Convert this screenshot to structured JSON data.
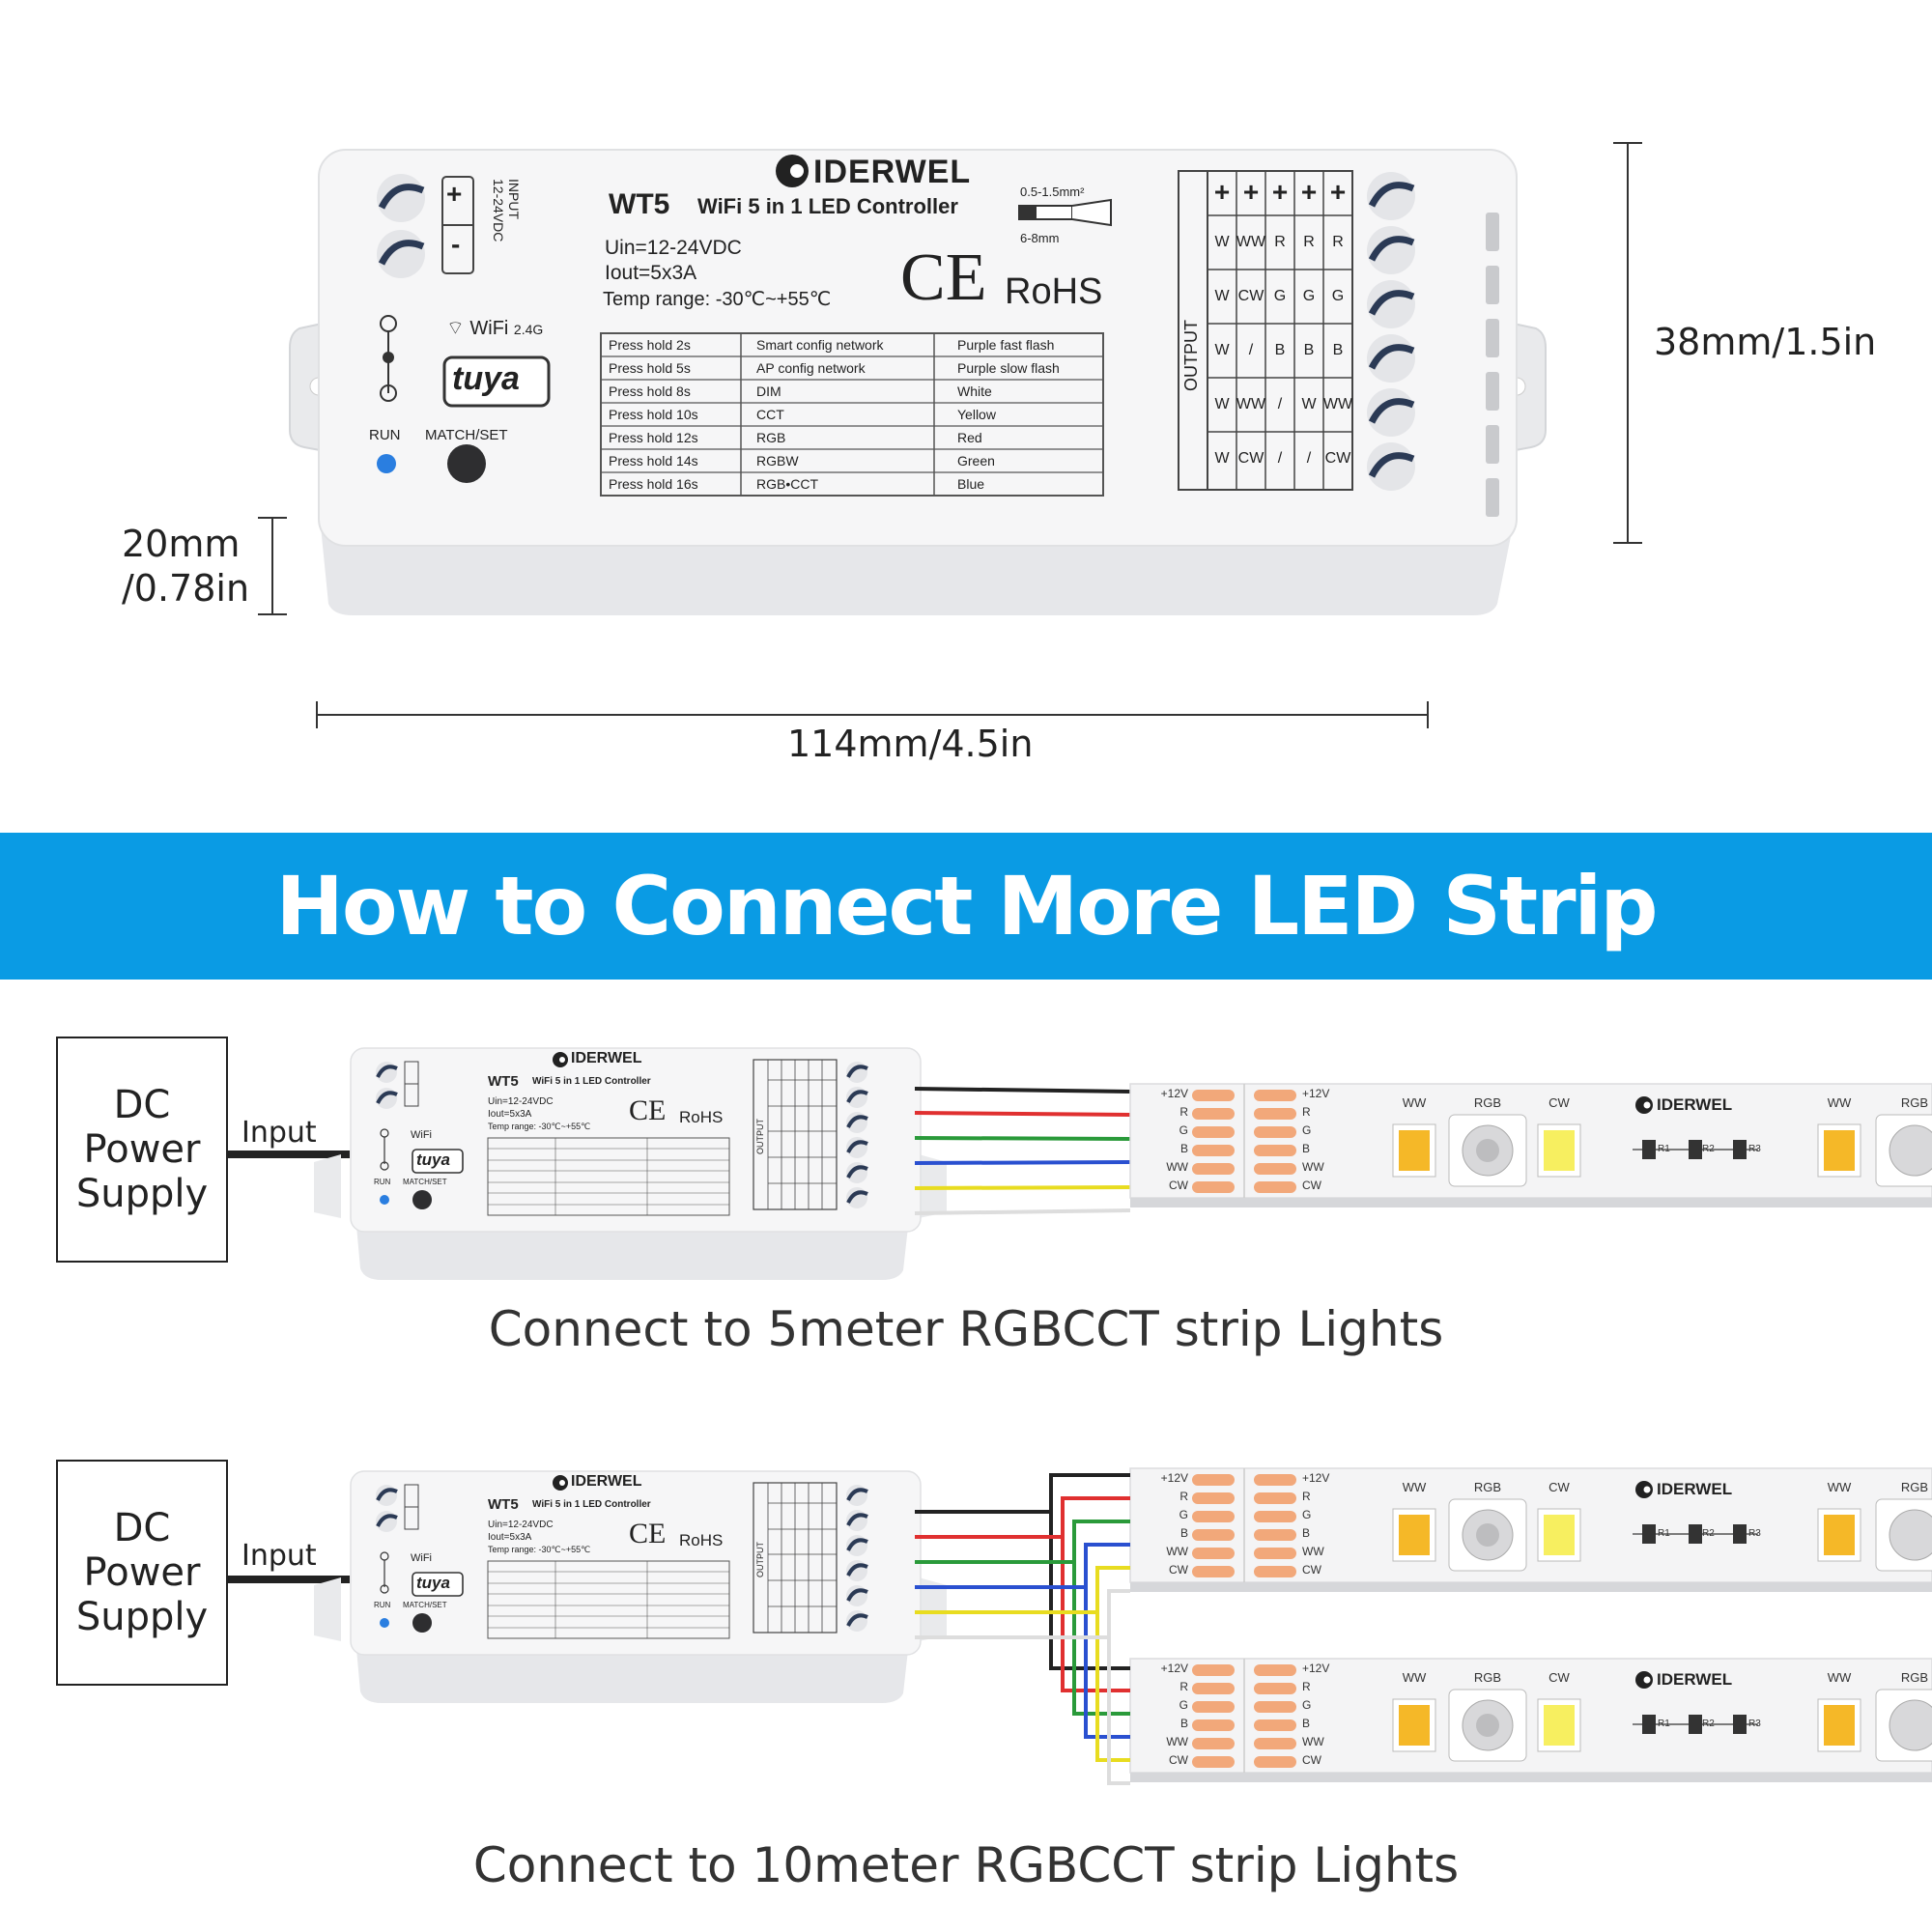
{
  "controller": {
    "brand": "IDERWEL",
    "model": "WT5",
    "subtitle": "WiFi 5 in 1 LED Controller",
    "input_label": "INPUT",
    "input_voltage": "12-24VDC",
    "plus": "+",
    "minus": "-",
    "uin": "Uin=12-24VDC",
    "iout": "Iout=5x3A",
    "temp": "Temp range: -30℃~+55℃",
    "ce": "CE",
    "rohs": "RoHS",
    "wire_spec": "0.5-1.5mm²",
    "strip_len": "6-8mm",
    "wifi": "WiFi",
    "wifi_band": "2.4G",
    "tuya": "tuya",
    "run": "RUN",
    "match": "MATCH/SET",
    "output_label": "OUTPUT",
    "table": [
      [
        "Press hold 2s",
        "Smart config network",
        "Purple fast flash"
      ],
      [
        "Press hold 5s",
        "AP config network",
        "Purple slow flash"
      ],
      [
        "Press hold 8s",
        "DIM",
        "White"
      ],
      [
        "Press hold 10s",
        "CCT",
        "Yellow"
      ],
      [
        "Press hold 12s",
        "RGB",
        "Red"
      ],
      [
        "Press hold 14s",
        "RGBW",
        "Green"
      ],
      [
        "Press hold 16s",
        "RGB•CCT",
        "Blue"
      ]
    ],
    "output_grid": [
      [
        "W",
        "W",
        "W",
        "W",
        "W"
      ],
      [
        "WW",
        "CW",
        "/",
        "WW",
        "CW"
      ],
      [
        "R",
        "G",
        "B",
        "/",
        "/"
      ],
      [
        "R",
        "G",
        "B",
        "W",
        "/"
      ],
      [
        "R",
        "G",
        "B",
        "WW",
        "CW"
      ]
    ]
  },
  "dimensions": {
    "height": "38mm/1.5in",
    "depth_line1": "20mm",
    "depth_line2": "/0.78in",
    "length": "114mm/4.5in"
  },
  "banner": {
    "title": "How to Connect More LED Strip Light&Wiring Guide"
  },
  "diagram1": {
    "ps_line1": "DC",
    "ps_line2": "Power",
    "ps_line3": "Supply",
    "input": "Input",
    "caption": "Connect to 5meter RGBCCT strip Lights"
  },
  "diagram2": {
    "ps_line1": "DC",
    "ps_line2": "Power",
    "ps_line3": "Supply",
    "input": "Input",
    "caption": "Connect to 10meter RGBCCT strip Lights"
  },
  "strip": {
    "pads": [
      "+12V",
      "R",
      "G",
      "B",
      "WW",
      "CW"
    ],
    "led_labels": [
      "WW",
      "RGB",
      "CW"
    ],
    "brand": "IDERWEL",
    "resistors": [
      "R1",
      "R2",
      "R3"
    ]
  },
  "colors": {
    "banner": "#0a9be4",
    "wire_black": "#222222",
    "wire_red": "#e03030",
    "wire_green": "#2a9a3a",
    "wire_blue": "#2a50d0",
    "wire_yellow": "#e8dc20",
    "wire_white": "#dddddd",
    "pad": "#f2a87a",
    "led_ww": "#f5b828",
    "led_cw": "#f7ef60",
    "run_led": "#2a7ee0"
  }
}
